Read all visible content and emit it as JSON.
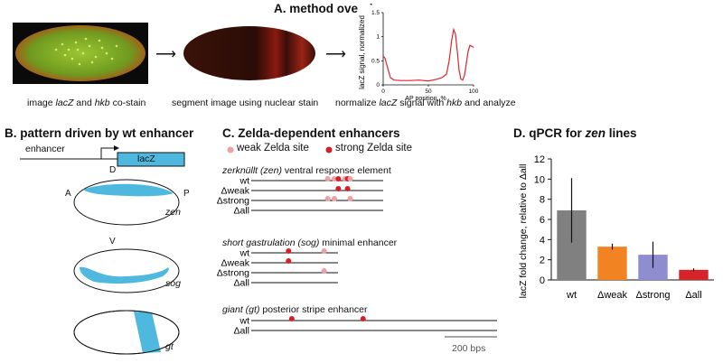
{
  "panel_a": {
    "title": "A. method overview",
    "captions": {
      "image_pre": "image ",
      "image_lacz": "lacZ",
      "image_and": " and ",
      "image_hkb": "hkb",
      "image_post": " co-stain",
      "segment": "segment image using nuclear stain",
      "normalize_pre": "normalize ",
      "normalize_lacz": "lacZ",
      "normalize_mid": " signal with ",
      "normalize_hkb": "hkb",
      "normalize_post": " and analyze"
    },
    "arrow_glyph": "⟶"
  },
  "panel_b": {
    "title": "B. pattern driven by wt enhancer",
    "construct": {
      "enhancer": "enhancer",
      "reporter": "lacZ"
    },
    "axes": {
      "dorsal": "D",
      "ventral": "V",
      "anterior": "A",
      "posterior": "P"
    },
    "embryos": [
      "zen",
      "sog",
      "gt"
    ],
    "colors": {
      "stain": "#4fb8df",
      "reporter_box": "#4fb8df"
    }
  },
  "panel_c": {
    "title": "C. Zelda-dependent enhancers",
    "legend": {
      "weak": "weak Zelda site",
      "strong": "strong Zelda site"
    },
    "colors": {
      "weak": "#eea0a4",
      "strong": "#d71f27"
    },
    "groups": [
      {
        "title_italic": "zerknüllt (zen)",
        "title_rest": " ventral response element",
        "rows": [
          {
            "label": "wt",
            "sites": [
              {
                "pos": 0.58,
                "kind": "weak"
              },
              {
                "pos": 0.63,
                "kind": "weak"
              },
              {
                "pos": 0.66,
                "kind": "strong"
              },
              {
                "pos": 0.71,
                "kind": "weak"
              },
              {
                "pos": 0.73,
                "kind": "strong"
              },
              {
                "pos": 0.75,
                "kind": "weak"
              }
            ]
          },
          {
            "label": "Δweak",
            "sites": [
              {
                "pos": 0.66,
                "kind": "strong"
              },
              {
                "pos": 0.73,
                "kind": "strong"
              }
            ]
          },
          {
            "label": "Δstrong",
            "sites": [
              {
                "pos": 0.58,
                "kind": "weak"
              },
              {
                "pos": 0.63,
                "kind": "weak"
              },
              {
                "pos": 0.75,
                "kind": "weak"
              }
            ]
          },
          {
            "label": "Δall",
            "sites": []
          }
        ]
      },
      {
        "title_italic": "short gastrulation (sog)",
        "title_rest": " minimal enhancer",
        "rows": [
          {
            "label": "wt",
            "sites": [
              {
                "pos": 0.43,
                "kind": "strong"
              },
              {
                "pos": 0.84,
                "kind": "weak"
              }
            ]
          },
          {
            "label": "Δweak",
            "sites": [
              {
                "pos": 0.43,
                "kind": "strong"
              }
            ]
          },
          {
            "label": "Δstrong",
            "sites": [
              {
                "pos": 0.84,
                "kind": "weak"
              }
            ]
          },
          {
            "label": "Δall",
            "sites": []
          }
        ]
      },
      {
        "title_italic": "giant (gt)",
        "title_rest": " posterior stripe enhancer",
        "rows": [
          {
            "label": "wt",
            "sites": [
              {
                "pos": 0.165,
                "kind": "strong"
              },
              {
                "pos": 0.455,
                "kind": "strong"
              }
            ]
          },
          {
            "label": "Δall",
            "sites": []
          }
        ]
      }
    ],
    "scale_bar": "200 bps"
  },
  "panel_d": {
    "title_pre": "D. qPCR for ",
    "title_italic": "zen",
    "title_post": " lines"
  },
  "inset_chart": {
    "type": "line",
    "ylabel": "lacZ signal, normalized",
    "xlabel": "AP position, %",
    "xlim": [
      0,
      100
    ],
    "ylim": [
      0,
      1.5
    ],
    "xticks": [
      "0",
      "50",
      "100"
    ],
    "yticks": [
      "0",
      "0.5",
      "1",
      "1.5"
    ],
    "color": "#e0242e",
    "x": [
      0,
      2,
      5,
      8,
      12,
      20,
      30,
      40,
      50,
      60,
      65,
      70,
      73,
      76,
      78,
      80,
      82,
      84,
      86,
      88,
      90,
      92,
      94,
      96,
      98,
      100
    ],
    "y": [
      0.6,
      0.55,
      0.35,
      0.15,
      0.1,
      0.09,
      0.09,
      0.1,
      0.08,
      0.12,
      0.15,
      0.22,
      0.5,
      0.95,
      1.15,
      1.05,
      0.7,
      0.3,
      0.12,
      0.1,
      0.2,
      0.45,
      0.7,
      0.82,
      0.8,
      0.78
    ]
  },
  "chart_data": {
    "type": "bar",
    "ylabel": "lacZ fold change, relative to Δall",
    "categories": [
      "wt",
      "Δweak",
      "Δstrong",
      "Δall"
    ],
    "values": [
      6.9,
      3.3,
      2.5,
      1.0
    ],
    "errors": [
      3.2,
      0.3,
      1.3,
      0.15
    ],
    "colors": [
      "#808080",
      "#f28322",
      "#8e8dd0",
      "#d7242b"
    ],
    "ylim": [
      0,
      12
    ],
    "yticks": [
      "0",
      "2",
      "4",
      "6",
      "8",
      "10",
      "12"
    ]
  }
}
